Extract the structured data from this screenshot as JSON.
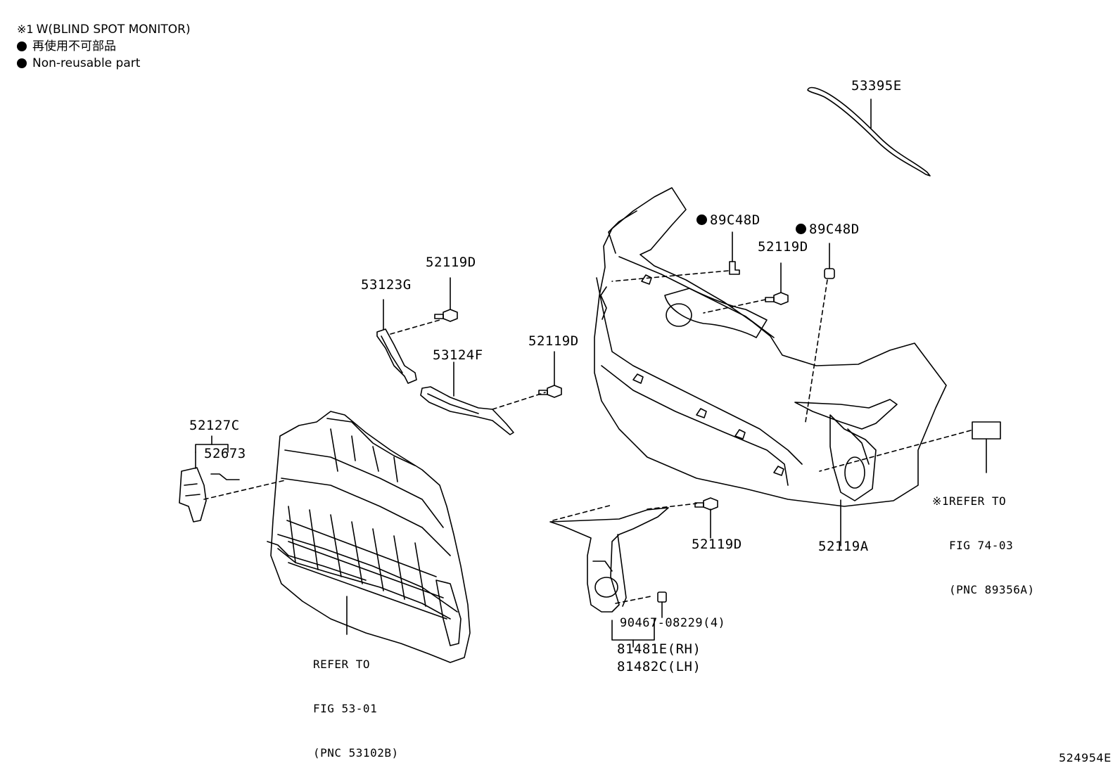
{
  "legend": {
    "note_mark": "※1",
    "note_text": "W(BLIND SPOT MONITOR)",
    "jp_text": "再使用不可部品",
    "en_text": "Non-reusable part"
  },
  "labels": {
    "p53395E": "53395E",
    "p89C48D_a": "89C48D",
    "p89C48D_b": "89C48D",
    "p52119D_top_right": "52119D",
    "p52119D_top_left": "52119D",
    "p53123G": "53123G",
    "p52119D_mid": "52119D",
    "p53124F": "53124F",
    "p52127C": "52127C",
    "p52673": "52673",
    "p52119D_bottom": "52119D",
    "p52119A": "52119A",
    "p90467": "90467-08229(4)",
    "p81481E": "81481E(RH)",
    "p81482C": "81482C(LH)",
    "refer_grille": [
      "REFER TO",
      "FIG 53-01",
      "(PNC 53102B)"
    ],
    "refer_sensor_mark": "※1",
    "refer_sensor": [
      "REFER TO",
      "FIG 74-03",
      "(PNC 89356A)"
    ],
    "diagram_id": "524954E"
  }
}
